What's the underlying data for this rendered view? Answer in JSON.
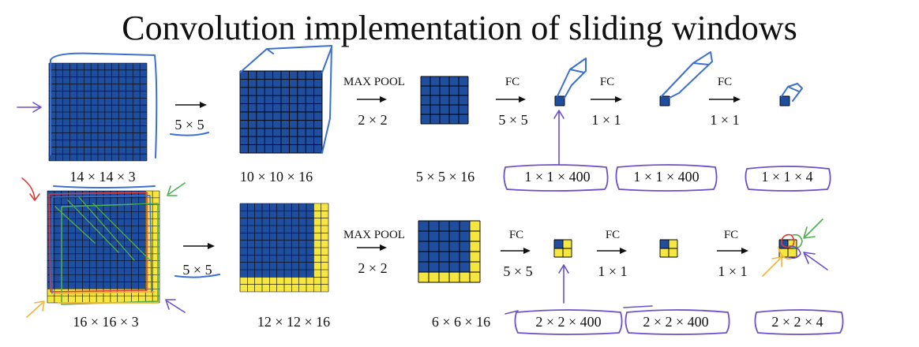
{
  "title": "Convolution implementation of sliding windows",
  "top_row": {
    "input_size": "14 × 14  × 3",
    "conv_filter": "5 × 5",
    "conv_output": "10 × 10 × 16",
    "pool_label": "MAX POOL",
    "pool_size": "2 × 2",
    "pool_output": "5 × 5 × 16",
    "fc1_label": "FC",
    "fc1_size": "5 × 5",
    "fc1_output": "1 × 1 × 400",
    "fc2_label": "FC",
    "fc2_size": "1 × 1",
    "fc2_output": "1 × 1 × 400",
    "fc3_label": "FC",
    "fc3_size": "1 × 1",
    "fc3_output": "1 × 1 × 4"
  },
  "bottom_row": {
    "input_size": "16 × 16 × 3",
    "conv_filter": "5 × 5",
    "conv_output": "12 × 12 × 16",
    "pool_label": "MAX POOL",
    "pool_size": "2 × 2",
    "pool_output": "6 × 6 × 16",
    "fc1_label": "FC",
    "fc1_size": "5 × 5",
    "fc1_output": "2 × 2 × 400",
    "fc2_label": "FC",
    "fc2_size": "1 × 1",
    "fc2_output": "2 × 2 × 400",
    "fc3_label": "FC",
    "fc3_size": "1 × 1",
    "fc3_output": "2 × 2 × 4"
  },
  "colors": {
    "grid_blue": "#1f4e9e",
    "grid_yellow": "#f5e642",
    "grid_line": "#000000",
    "ink_purple": "#6b4fc8",
    "ink_blue": "#3b6fd0",
    "ink_green": "#4caf50",
    "ink_red": "#e53935",
    "ink_orange": "#f2b33d"
  }
}
